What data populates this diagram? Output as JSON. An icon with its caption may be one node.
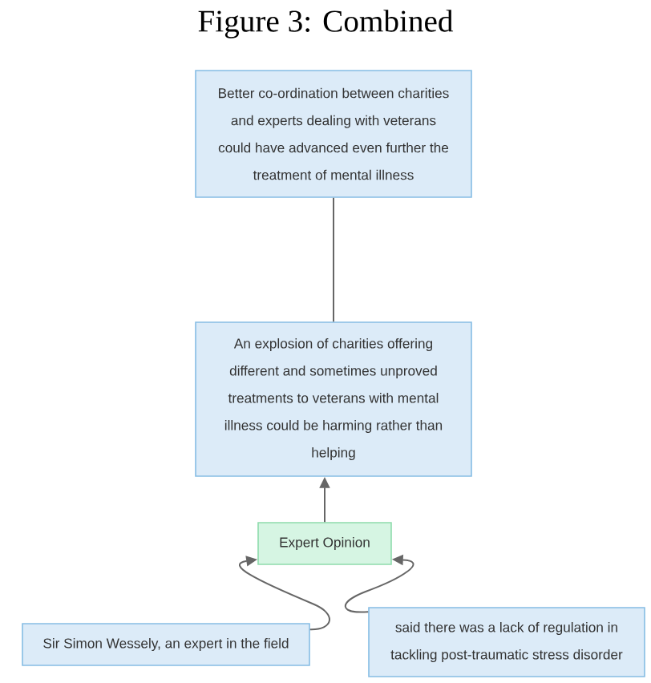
{
  "diagram": {
    "title": "Figure 3: Combined",
    "nodes": [
      {
        "text": [
          "Better co-ordination between charities and experts dealing with veterans could have advanced even further the treatment of mental illness"
        ]
      },
      {
        "text": [
          "An explosion of charities offering different and sometimes unproved treatments to veterans with mental illness could be harming rather than helping"
        ]
      },
      {
        "text": [
          "Expert Opinion"
        ]
      },
      {
        "text": [
          "Sir Simon Wessely, an expert in the field"
        ]
      },
      {
        "text": [
          "said there was a lack of regulation in tackling post-traumatic stress disorder"
        ]
      }
    ],
    "edges": [
      {
        "from": 0,
        "to": 1,
        "arrow": "none"
      },
      {
        "from": 2,
        "to": 1,
        "arrow": "to"
      },
      {
        "from": 3,
        "to": 2,
        "arrow": "to"
      },
      {
        "from": 4,
        "to": 2,
        "arrow": "to"
      }
    ]
  }
}
